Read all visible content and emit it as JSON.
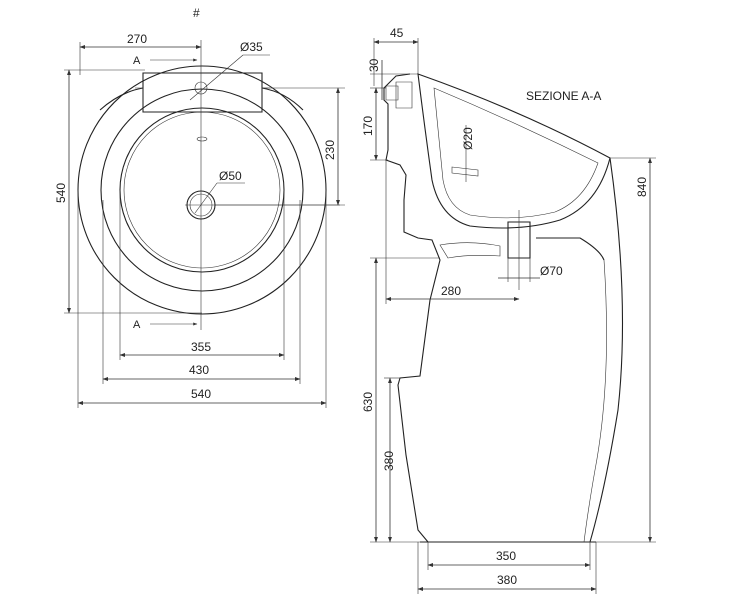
{
  "mark": "#",
  "section_title": "SEZIONE A-A",
  "section_marker": "A",
  "top_view": {
    "width_top": "270",
    "hole_tap": "Ø35",
    "depth_230": "230",
    "drain_hole": "Ø50",
    "height_540": "540",
    "width_355": "355",
    "width_430": "430",
    "width_540": "540"
  },
  "section_view": {
    "dim_45": "45",
    "dim_30": "30",
    "dim_170": "170",
    "dim_20": "Ø20",
    "dim_840": "840",
    "dim_70": "Ø70",
    "dim_280": "280",
    "dim_630": "630",
    "dim_380_v": "380",
    "dim_350": "350",
    "dim_380_h": "380"
  }
}
